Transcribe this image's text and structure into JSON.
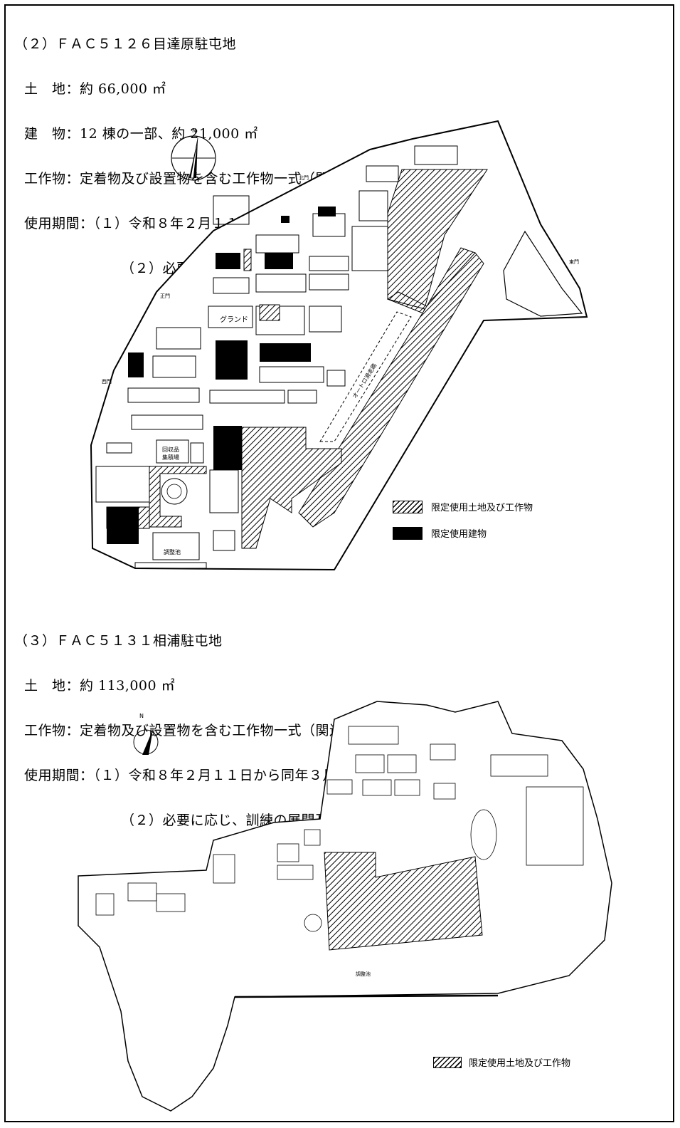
{
  "sections": [
    {
      "heading": "（２）ＦＡＣ５１２６目達原駐屯地",
      "land": "土　地：約 66,000 ㎡",
      "building": "建　物：12 棟の一部、約 21,000 ㎡",
      "structure": "工作物：定着物及び設置物を含む工作物一式（関連備品を含む。）",
      "period1": "使用期間：（１）令和８年２月１１日から同年３月９日までの間",
      "period2": "（２）必要に応じ、訓練の展開及び撤収のための追加期間",
      "map_labels": {
        "ground": "グランド",
        "storage": "回収品",
        "storage2": "集積場",
        "pond": "調整池",
        "runway": "オートロ滑走路",
        "north": "N",
        "gate_n": "北門",
        "gate_e": "東門",
        "gate_w": "西門",
        "gate_main": "正門"
      },
      "legend": [
        {
          "label": "限定使用土地及び工作物",
          "style": "hatch"
        },
        {
          "label": "限定使用建物",
          "style": "solid"
        }
      ]
    },
    {
      "heading": "（３）ＦＡＣ５１３１相浦駐屯地",
      "land": "土　地：約 113,000 ㎡",
      "structure": "工作物：定着物及び設置物を含む工作物一式（関連備品を含む。）",
      "period1": "使用期間：（１）令和８年２月１１日から同年３月９日までの間",
      "period2": "（２）必要に応じ、訓練の展開及び撤収のための追加期間",
      "map_labels": {
        "north": "N",
        "pond": "調整池"
      },
      "legend": [
        {
          "label": "限定使用土地及び工作物",
          "style": "hatch"
        }
      ]
    }
  ]
}
